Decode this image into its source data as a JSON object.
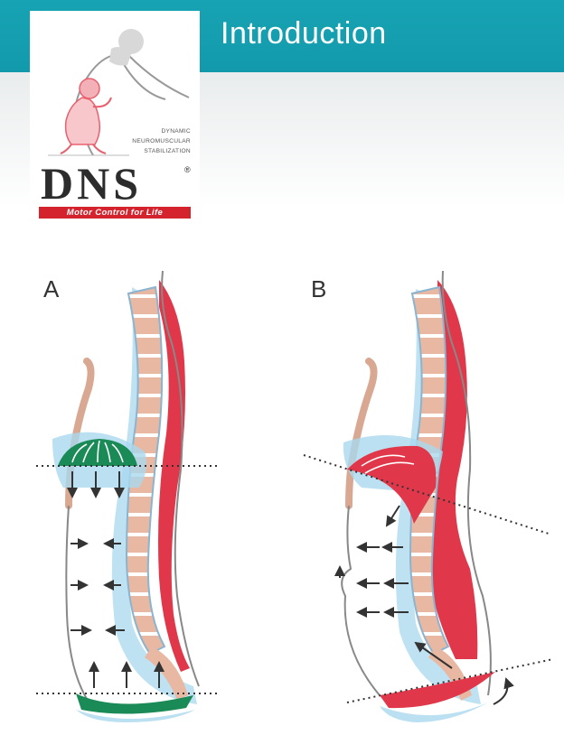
{
  "header": {
    "title": "Introduction",
    "bar_color": "#17a3b3"
  },
  "logo": {
    "subtitle_lines": [
      "DYNAMIC",
      "NEUROMUSCULAR",
      "STABILIZATION"
    ],
    "letters": "DNS",
    "registered": "®",
    "tagline": "Motor Control for Life",
    "accent_color": "#d4232c"
  },
  "panels": [
    {
      "label": "A"
    },
    {
      "label": "B"
    }
  ],
  "colors": {
    "diaphragm_active": "#1a8a57",
    "muscle_red": "#e0384a",
    "vertebra": "#e8b8a2",
    "shadow_blue": "#a9d8ef"
  }
}
